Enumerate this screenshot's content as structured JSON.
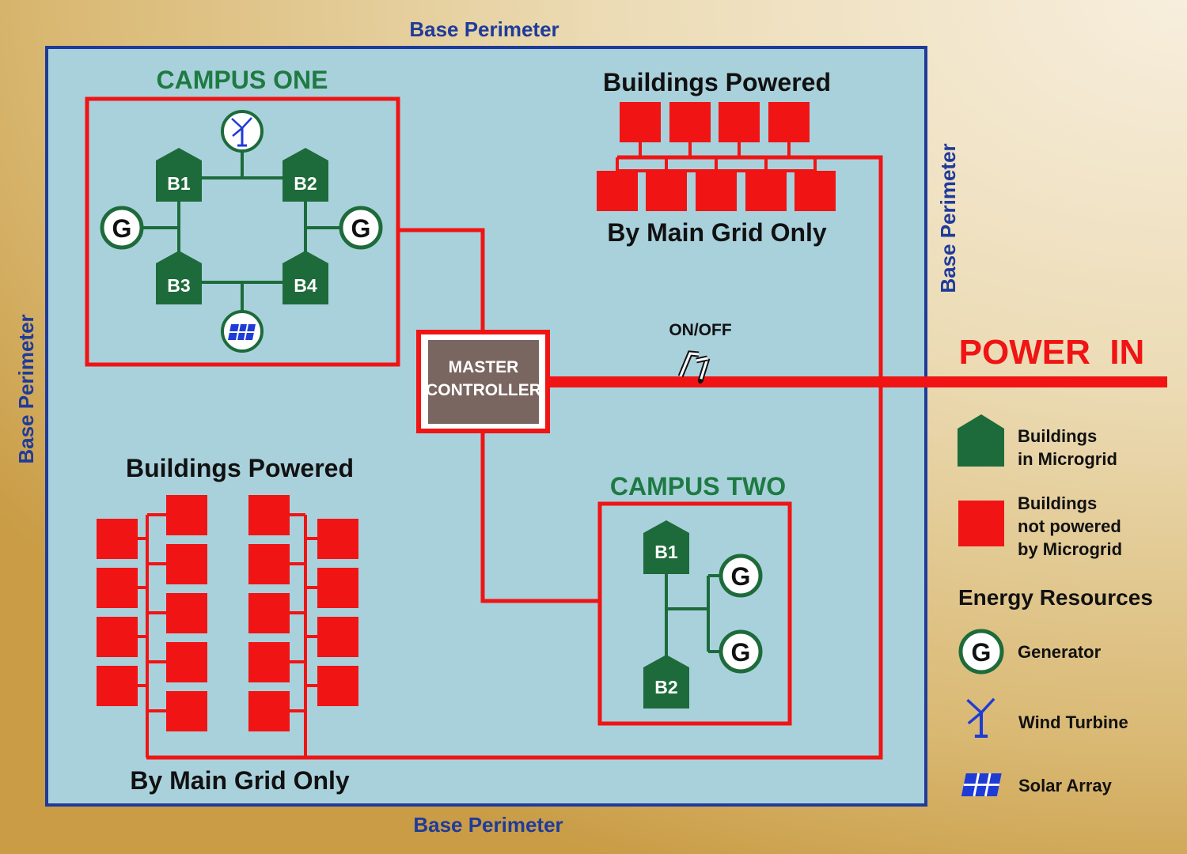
{
  "perimeter": {
    "top": "Base Perimeter",
    "bottom": "Base Perimeter",
    "left": "Base Perimeter",
    "right": "Base Perimeter"
  },
  "campus_one": {
    "title": "CAMPUS ONE",
    "buildings": [
      "B1",
      "B2",
      "B3",
      "B4"
    ],
    "generator_label": "G"
  },
  "campus_two": {
    "title": "CAMPUS TWO",
    "buildings": [
      "B1",
      "B2"
    ],
    "generator_label": "G"
  },
  "master_controller": {
    "line1": "MASTER",
    "line2": "CONTROLLER"
  },
  "switch_label": "ON/OFF",
  "power_in": "POWER  IN",
  "top_group": {
    "title": "Buildings Powered",
    "subtitle": "By Main Grid Only"
  },
  "left_group": {
    "title": "Buildings Powered",
    "subtitle": "By Main Grid Only"
  },
  "legend": {
    "microgrid_1": "Buildings",
    "microgrid_2": "in Microgrid",
    "not_powered_1": "Buildings",
    "not_powered_2": "not powered",
    "not_powered_3": "by Microgrid",
    "resources_title": "Energy Resources",
    "generator": "Generator",
    "wind": "Wind Turbine",
    "solar": "Solar Array",
    "generator_symbol": "G"
  },
  "colors": {
    "base_fill": "#a9d1dc",
    "perimeter_border": "#1f3b9a",
    "power_line": "#f01414",
    "building_green": "#1d6b3a",
    "building_red": "#f01414",
    "controller": "#7a6660",
    "title_green": "#1e7a42",
    "perimeter_text": "#1f3b9a"
  }
}
